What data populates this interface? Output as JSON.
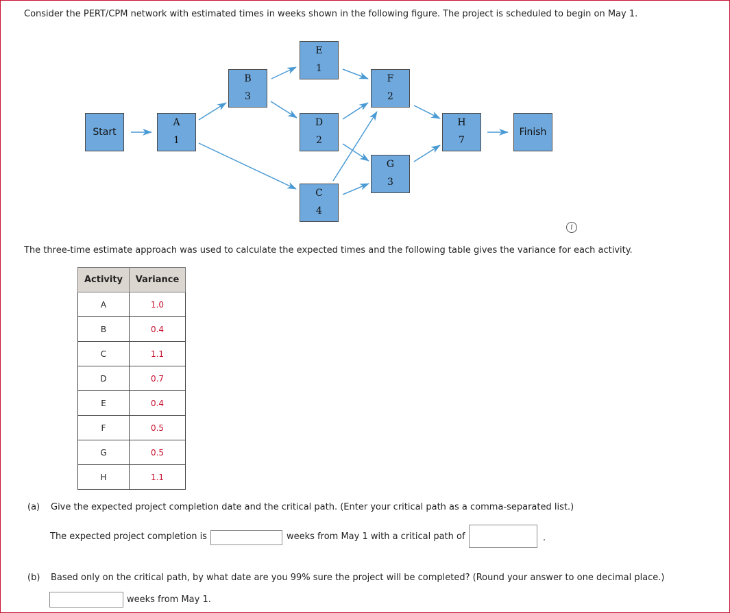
{
  "question": {
    "intro": "Consider the PERT/CPM network with estimated times in weeks shown in the following figure. The project is scheduled to begin on May 1.",
    "description": "The three-time estimate approach was used to calculate the expected times and the following table gives the variance for each activity."
  },
  "network": {
    "start": "Start",
    "finish": "Finish",
    "nodes": [
      {
        "id": "A",
        "time": "1"
      },
      {
        "id": "B",
        "time": "3"
      },
      {
        "id": "C",
        "time": "4"
      },
      {
        "id": "D",
        "time": "2"
      },
      {
        "id": "E",
        "time": "1"
      },
      {
        "id": "F",
        "time": "2"
      },
      {
        "id": "G",
        "time": "3"
      },
      {
        "id": "H",
        "time": "7"
      }
    ],
    "edge_color": "#4a9ad4",
    "node_color": "#6fa8dc"
  },
  "info_icon": "info-icon",
  "variance_table": {
    "headers": [
      "Activity",
      "Variance"
    ],
    "rows": [
      {
        "activity": "A",
        "variance": "1.0"
      },
      {
        "activity": "B",
        "variance": "0.4"
      },
      {
        "activity": "C",
        "variance": "1.1"
      },
      {
        "activity": "D",
        "variance": "0.7"
      },
      {
        "activity": "E",
        "variance": "0.4"
      },
      {
        "activity": "F",
        "variance": "0.5"
      },
      {
        "activity": "G",
        "variance": "0.5"
      },
      {
        "activity": "H",
        "variance": "1.1"
      }
    ]
  },
  "part_a": {
    "label": "(a)",
    "prompt": "Give the expected project completion date and the critical path. (Enter your critical path as a comma-separated list.)",
    "text1": "The expected project completion is",
    "input1_value": "",
    "text2": "weeks from May 1 with a critical path of",
    "input2_value": "",
    "text3": "."
  },
  "part_b": {
    "label": "(b)",
    "prompt": "Based only on the critical path, by what date are you 99% sure the project will be completed? (Round your answer to one decimal place.)",
    "input_value": "",
    "text1": "weeks from May 1."
  }
}
